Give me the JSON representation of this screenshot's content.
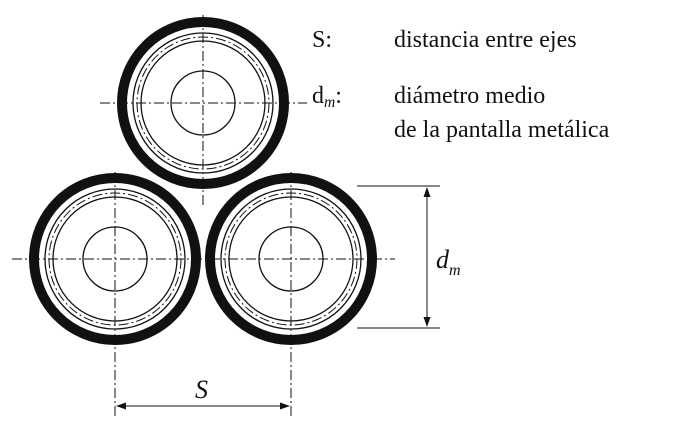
{
  "legend": [
    {
      "symbol": "S:",
      "lines": [
        "distancia entre ejes"
      ]
    },
    {
      "symbol": "d",
      "symbol_sub": "m",
      "symbol_suffix": ":",
      "lines": [
        "diámetro medio",
        "de la pantalla metálica"
      ]
    }
  ],
  "dimension_labels": {
    "spacing": "S",
    "diameter": "d",
    "diameter_sub": "m"
  },
  "colors": {
    "ink": "#111111",
    "background": "#ffffff"
  }
}
